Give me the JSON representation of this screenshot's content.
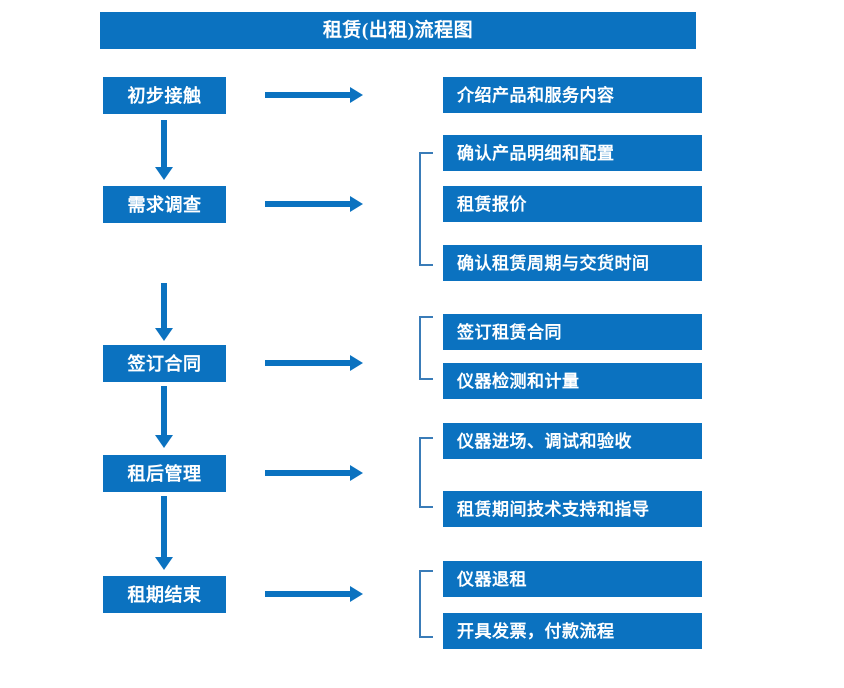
{
  "chart_data": {
    "type": "diagram",
    "title": "租赁(出租)流程图",
    "diagram_kind": "flowchart",
    "orientation": "vertical-stages-with-branched-tasks",
    "accent_color": "#0B72C0",
    "bracket_color": "#3A7CB8",
    "background": "#FFFFFF"
  },
  "header": {
    "title": "租赁(出租)流程图"
  },
  "stages": [
    {
      "id": "stage-1",
      "label": "初步接触",
      "arrow": "right-arrow",
      "tasks": [
        {
          "label": "介绍产品和服务内容"
        }
      ],
      "bracket": false
    },
    {
      "id": "stage-2",
      "label": "需求调查",
      "arrow": "right-arrow",
      "tasks": [
        {
          "label": "确认产品明细和配置"
        },
        {
          "label": "租赁报价"
        },
        {
          "label": "确认租赁周期与交货时间"
        }
      ],
      "bracket": true
    },
    {
      "id": "stage-3",
      "label": "签订合同",
      "arrow": "right-arrow",
      "tasks": [
        {
          "label": "签订租赁合同"
        },
        {
          "label": "仪器检测和计量"
        }
      ],
      "bracket": true
    },
    {
      "id": "stage-4",
      "label": "租后管理",
      "arrow": "right-arrow",
      "tasks": [
        {
          "label": "仪器进场、调试和验收"
        },
        {
          "label": "租赁期间技术支持和指导"
        }
      ],
      "bracket": true
    },
    {
      "id": "stage-5",
      "label": "租期结束",
      "arrow": "right-arrow",
      "tasks": [
        {
          "label": "仪器退租"
        },
        {
          "label": "开具发票，付款流程"
        }
      ],
      "bracket": true
    }
  ],
  "connectors": {
    "down_arrow_name": "down-arrow",
    "right_arrow_name": "right-arrow",
    "bracket_name": "bracket-connector"
  }
}
